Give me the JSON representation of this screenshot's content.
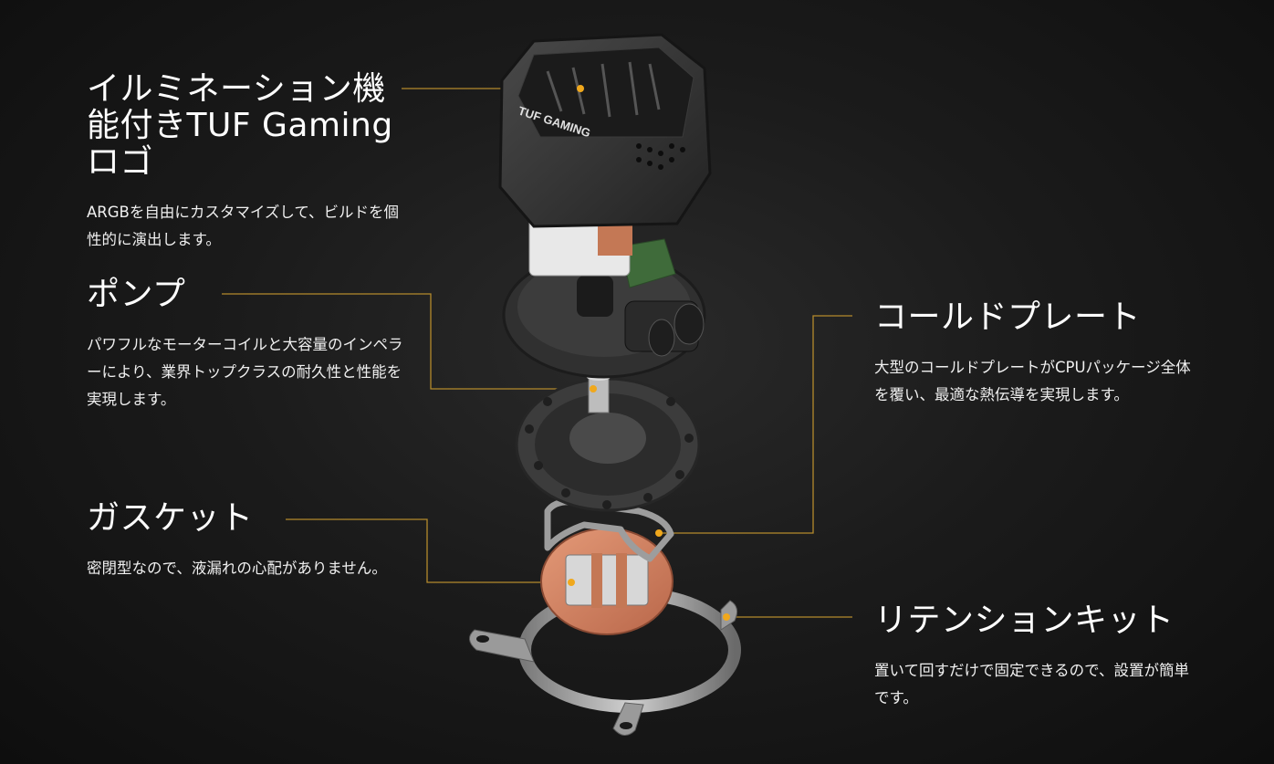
{
  "features": {
    "logo": {
      "title": "イルミネーション機能付きTUF Gamingロゴ",
      "description": "ARGBを自由にカスタマイズして、ビルドを個性的に演出します。"
    },
    "pump": {
      "title": "ポンプ",
      "description": "パワフルなモーターコイルと大容量のインペラーにより、業界トップクラスの耐久性と性能を実現します。"
    },
    "gasket": {
      "title": "ガスケット",
      "description": "密閉型なので、液漏れの心配がありません。"
    },
    "cold_plate": {
      "title": "コールドプレート",
      "description": "大型のコールドプレートがCPUパッケージ全体を覆い、最適な熱伝導を実現します。"
    },
    "retention_kit": {
      "title": "リテンションキット",
      "description": "置いて回すだけで固定できるので、設置が簡単です。"
    }
  },
  "illustration": {
    "cover_logo_text": "TUF GAMING",
    "callout_color": "#f0a81c",
    "line_color": "#b48a2c"
  }
}
